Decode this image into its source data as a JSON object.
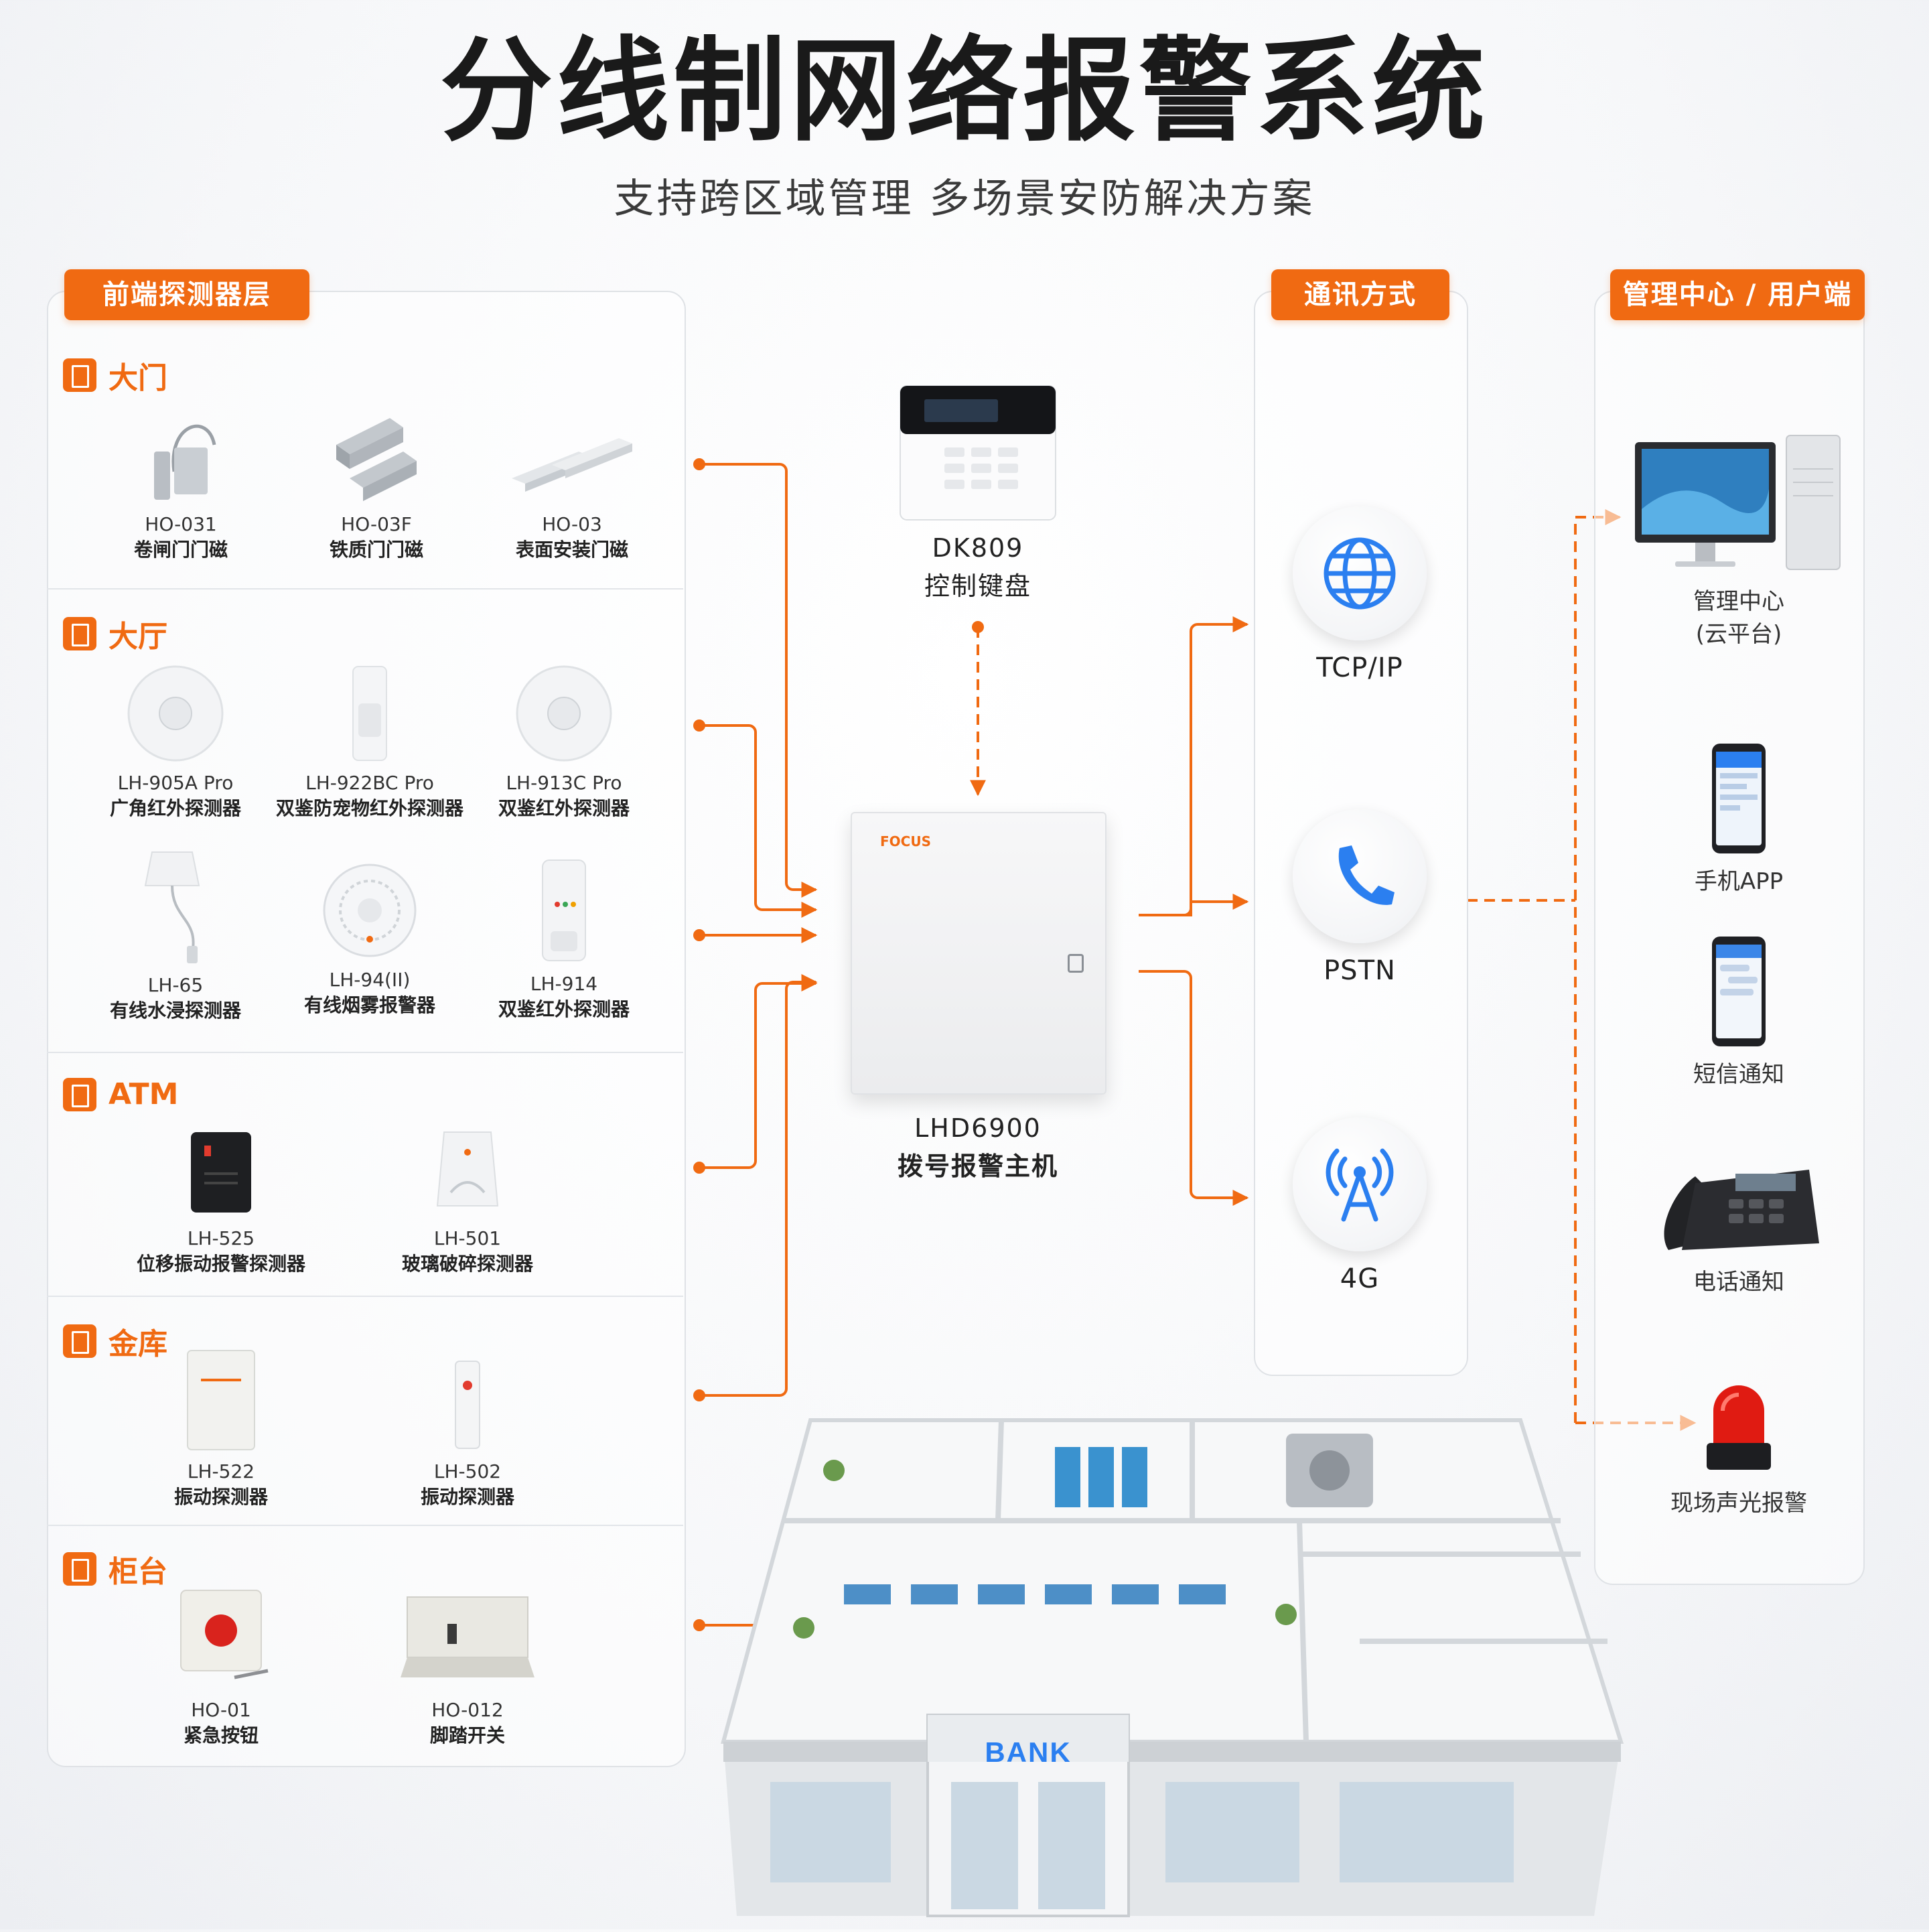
{
  "title": "分线制网络报警系统",
  "subtitle": "支持跨区域管理 多场景安防解决方案",
  "colors": {
    "accent": "#f06a12",
    "icon_blue": "#2b7ff0"
  },
  "headers": {
    "front": "前端探测器层",
    "comm": "通讯方式",
    "mgmt": "管理中心 / 用户端"
  },
  "sections": {
    "gate": "大门",
    "hall": "大厅",
    "atm": "ATM",
    "vault": "金库",
    "counter": "柜台"
  },
  "devices": {
    "gate": [
      {
        "model": "HO-031",
        "desc": "卷闸门门磁"
      },
      {
        "model": "HO-03F",
        "desc": "铁质门门磁"
      },
      {
        "model": "HO-03",
        "desc": "表面安装门磁"
      }
    ],
    "hall": [
      {
        "model": "LH-905A Pro",
        "desc": "广角红外探测器"
      },
      {
        "model": "LH-922BC Pro",
        "desc": "双鉴防宠物红外探测器"
      },
      {
        "model": "LH-913C Pro",
        "desc": "双鉴红外探测器"
      },
      {
        "model": "LH-65",
        "desc": "有线水浸探测器"
      },
      {
        "model": "LH-94(II)",
        "desc": "有线烟雾报警器"
      },
      {
        "model": "LH-914",
        "desc": "双鉴红外探测器"
      }
    ],
    "atm": [
      {
        "model": "LH-525",
        "desc": "位移振动报警探测器"
      },
      {
        "model": "LH-501",
        "desc": "玻璃破碎探测器"
      }
    ],
    "vault": [
      {
        "model": "LH-522",
        "desc": "振动探测器"
      },
      {
        "model": "LH-502",
        "desc": "振动探测器"
      }
    ],
    "counter": [
      {
        "model": "HO-01",
        "desc": "紧急按钮"
      },
      {
        "model": "HO-012",
        "desc": "脚踏开关"
      }
    ]
  },
  "keypad": {
    "model": "DK809",
    "desc": "控制键盘"
  },
  "panel": {
    "model": "LHD6900",
    "desc": "拨号报警主机",
    "brand": "FOCUS"
  },
  "comm": [
    {
      "label": "TCP/IP",
      "icon": "globe-icon"
    },
    {
      "label": "PSTN",
      "icon": "phone-icon"
    },
    {
      "label": "4G",
      "icon": "antenna-icon"
    }
  ],
  "clients": {
    "center": [
      "管理中心",
      "(云平台)"
    ],
    "app": "手机APP",
    "sms": "短信通知",
    "phone": "电话通知",
    "siren": "现场声光报警"
  },
  "building_sign": "BANK"
}
